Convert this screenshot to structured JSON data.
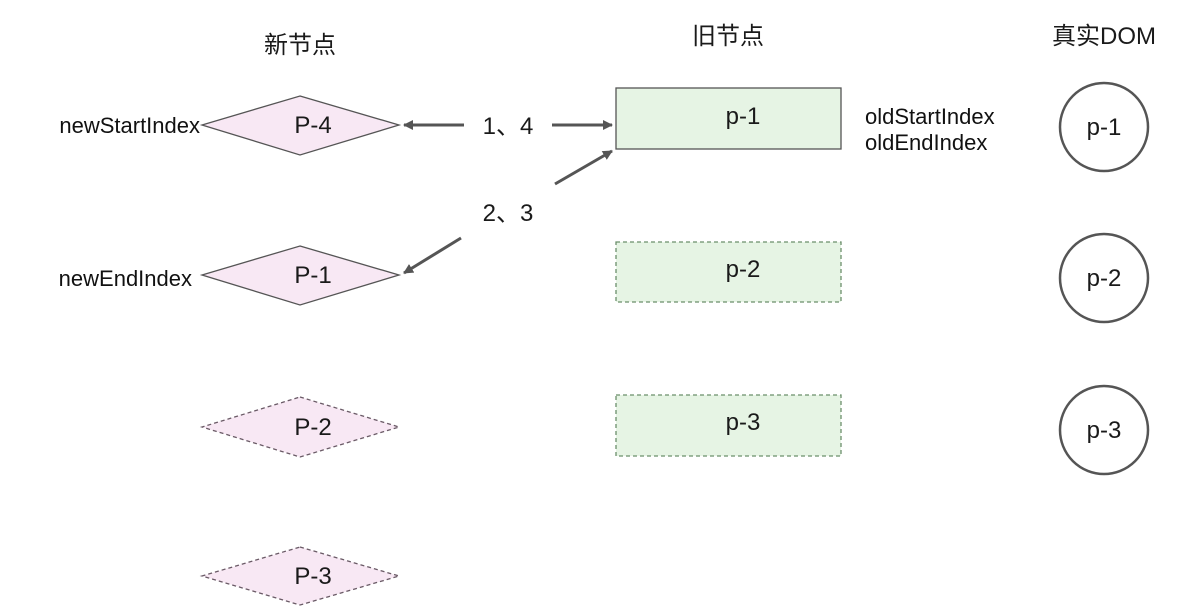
{
  "columns": {
    "new_nodes": "新节点",
    "old_nodes": "旧节点",
    "real_dom": "真实DOM"
  },
  "new_nodes": [
    {
      "label": "P-4",
      "style": "solid"
    },
    {
      "label": "P-1",
      "style": "solid"
    },
    {
      "label": "P-2",
      "style": "dashed"
    },
    {
      "label": "P-3",
      "style": "dashed"
    }
  ],
  "old_nodes": [
    {
      "label": "p-1",
      "style": "solid"
    },
    {
      "label": "p-2",
      "style": "dashed"
    },
    {
      "label": "p-3",
      "style": "dashed"
    }
  ],
  "dom_nodes": [
    {
      "label": "p-1"
    },
    {
      "label": "p-2"
    },
    {
      "label": "p-3"
    }
  ],
  "pointers": {
    "new_start": "newStartIndex",
    "new_end": "newEndIndex",
    "old_start": "oldStartIndex",
    "old_end": "oldEndIndex"
  },
  "steps": {
    "first": "1、4",
    "second": "2、3"
  },
  "colors": {
    "new_node_fill": "#f8e8f4",
    "old_node_fill": "#e6f4e4",
    "old_node_stroke": "#6b8f6b",
    "outline": "#555555",
    "arrow": "#555555"
  }
}
